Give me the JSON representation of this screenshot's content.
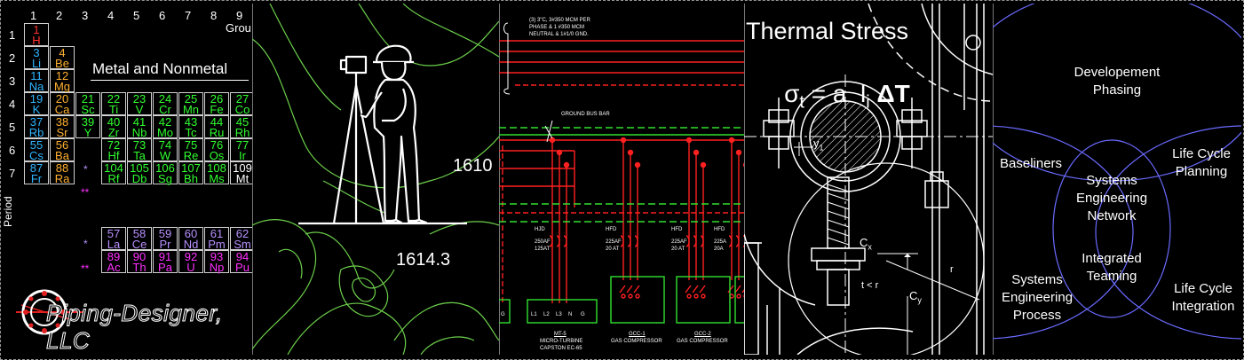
{
  "periodic": {
    "groups": [
      "1",
      "2",
      "3",
      "4",
      "5",
      "6",
      "7",
      "8",
      "9"
    ],
    "group_label": "Grou",
    "periods": [
      "1",
      "2",
      "3",
      "4",
      "5",
      "6",
      "7"
    ],
    "period_label": "Period",
    "title": "Metal and Nonmetal",
    "markers": [
      "*",
      "**",
      "*",
      "**"
    ],
    "cells": [
      {
        "n": "1",
        "s": "H",
        "c": "red",
        "col": 0,
        "row": 0
      },
      {
        "n": "3",
        "s": "Li",
        "c": "cyan",
        "col": 0,
        "row": 1
      },
      {
        "n": "4",
        "s": "Be",
        "c": "orange",
        "col": 1,
        "row": 1
      },
      {
        "n": "11",
        "s": "Na",
        "c": "cyan",
        "col": 0,
        "row": 2
      },
      {
        "n": "12",
        "s": "Mg",
        "c": "orange",
        "col": 1,
        "row": 2
      },
      {
        "n": "19",
        "s": "K",
        "c": "cyan",
        "col": 0,
        "row": 3
      },
      {
        "n": "20",
        "s": "Ca",
        "c": "orange",
        "col": 1,
        "row": 3
      },
      {
        "n": "21",
        "s": "Sc",
        "c": "green",
        "col": 2,
        "row": 3
      },
      {
        "n": "22",
        "s": "Ti",
        "c": "green",
        "col": 3,
        "row": 3
      },
      {
        "n": "23",
        "s": "V",
        "c": "green",
        "col": 4,
        "row": 3
      },
      {
        "n": "24",
        "s": "Cr",
        "c": "green",
        "col": 5,
        "row": 3
      },
      {
        "n": "25",
        "s": "Mn",
        "c": "green",
        "col": 6,
        "row": 3
      },
      {
        "n": "26",
        "s": "Fe",
        "c": "green",
        "col": 7,
        "row": 3
      },
      {
        "n": "27",
        "s": "Co",
        "c": "green",
        "col": 8,
        "row": 3
      },
      {
        "n": "37",
        "s": "Rb",
        "c": "cyan",
        "col": 0,
        "row": 4
      },
      {
        "n": "38",
        "s": "Sr",
        "c": "orange",
        "col": 1,
        "row": 4
      },
      {
        "n": "39",
        "s": "Y",
        "c": "green",
        "col": 2,
        "row": 4
      },
      {
        "n": "40",
        "s": "Zr",
        "c": "green",
        "col": 3,
        "row": 4
      },
      {
        "n": "41",
        "s": "Nb",
        "c": "green",
        "col": 4,
        "row": 4
      },
      {
        "n": "42",
        "s": "Mo",
        "c": "green",
        "col": 5,
        "row": 4
      },
      {
        "n": "43",
        "s": "Tc",
        "c": "green",
        "col": 6,
        "row": 4
      },
      {
        "n": "44",
        "s": "Ru",
        "c": "green",
        "col": 7,
        "row": 4
      },
      {
        "n": "45",
        "s": "Rh",
        "c": "green",
        "col": 8,
        "row": 4
      },
      {
        "n": "55",
        "s": "Cs",
        "c": "cyan",
        "col": 0,
        "row": 5
      },
      {
        "n": "56",
        "s": "Ba",
        "c": "orange",
        "col": 1,
        "row": 5
      },
      {
        "n": "72",
        "s": "Hf",
        "c": "green",
        "col": 3,
        "row": 5
      },
      {
        "n": "73",
        "s": "Ta",
        "c": "green",
        "col": 4,
        "row": 5
      },
      {
        "n": "74",
        "s": "W",
        "c": "green",
        "col": 5,
        "row": 5
      },
      {
        "n": "75",
        "s": "Re",
        "c": "green",
        "col": 6,
        "row": 5
      },
      {
        "n": "76",
        "s": "Os",
        "c": "green",
        "col": 7,
        "row": 5
      },
      {
        "n": "77",
        "s": "Ir",
        "c": "green",
        "col": 8,
        "row": 5
      },
      {
        "n": "87",
        "s": "Fr",
        "c": "cyan",
        "col": 0,
        "row": 6
      },
      {
        "n": "88",
        "s": "Ra",
        "c": "orange",
        "col": 1,
        "row": 6
      },
      {
        "n": "104",
        "s": "Rf",
        "c": "green",
        "col": 3,
        "row": 6
      },
      {
        "n": "105",
        "s": "Db",
        "c": "green",
        "col": 4,
        "row": 6
      },
      {
        "n": "106",
        "s": "Sg",
        "c": "green",
        "col": 5,
        "row": 6
      },
      {
        "n": "107",
        "s": "Bh",
        "c": "green",
        "col": 6,
        "row": 6
      },
      {
        "n": "108",
        "s": "Ms",
        "c": "green",
        "col": 7,
        "row": 6
      },
      {
        "n": "109",
        "s": "Mt",
        "c": "white",
        "col": 8,
        "row": 6
      },
      {
        "n": "57",
        "s": "La",
        "c": "purple",
        "col": 3,
        "row": 8
      },
      {
        "n": "58",
        "s": "Ce",
        "c": "purple",
        "col": 4,
        "row": 8
      },
      {
        "n": "59",
        "s": "Pr",
        "c": "purple",
        "col": 5,
        "row": 8
      },
      {
        "n": "60",
        "s": "Nd",
        "c": "purple",
        "col": 6,
        "row": 8
      },
      {
        "n": "61",
        "s": "Pm",
        "c": "purple",
        "col": 7,
        "row": 8
      },
      {
        "n": "62",
        "s": "Sm",
        "c": "purple",
        "col": 8,
        "row": 8
      },
      {
        "n": "89",
        "s": "Ac",
        "c": "magenta",
        "col": 3,
        "row": 9
      },
      {
        "n": "90",
        "s": "Th",
        "c": "magenta",
        "col": 4,
        "row": 9
      },
      {
        "n": "91",
        "s": "Pa",
        "c": "magenta",
        "col": 5,
        "row": 9
      },
      {
        "n": "92",
        "s": "U",
        "c": "magenta",
        "col": 6,
        "row": 9
      },
      {
        "n": "93",
        "s": "Np",
        "c": "magenta",
        "col": 7,
        "row": 9
      },
      {
        "n": "94",
        "s": "Pu",
        "c": "magenta",
        "col": 8,
        "row": 9
      }
    ]
  },
  "logo": {
    "text": "Piping-Designer, LLC"
  },
  "survey": {
    "elev1": "1610",
    "elev2": "1614.3"
  },
  "electrical": {
    "note1": "(3) 3\"C, 3#350 MCM PER",
    "note2": "PHASE & 1 #350 MCM",
    "note3": "NEUTRAL & 1#1/0 GND.",
    "bus_label": "GROUND BUS BAR",
    "breakers": [
      {
        "tag": "HJD",
        "rating": "250AF",
        "trip": "125AT"
      },
      {
        "tag": "HFD",
        "rating": "225AF",
        "trip": "20 AT"
      },
      {
        "tag": "HFD",
        "rating": "225AF",
        "trip": "20 AT"
      },
      {
        "tag": "HFD",
        "rating": "225A",
        "trip": "20A"
      }
    ],
    "terminals": [
      "L1",
      "L2",
      "L3",
      "N",
      "G"
    ],
    "left_terminal": "G",
    "equip1_tag": "MT-5",
    "equip1_name": "MICRO-TURBINE",
    "equip1_model": "CAPSTON EC-65",
    "equip2_tag": "GCC-1",
    "equip2_name": "GAS COMPRESSOR",
    "equip3_tag": "GCC-2",
    "equip3_name": "GAS COMPRESSOR"
  },
  "thermal": {
    "title": "Thermal Stress",
    "formula_sigma": "σ",
    "formula_sub_t": "t",
    "formula_mid": " = a  l",
    "formula_sub_i": "i",
    "formula_delta": " ΔT",
    "label_y": "y",
    "label_y_sub": "1",
    "label_cx": "C",
    "label_cx_sub": "x",
    "label_cy": "C",
    "label_cy_sub": "y",
    "label_tr": "t < r",
    "label_r": "r"
  },
  "venn": {
    "stroke_color": "#6a6aff",
    "top": [
      "Developement",
      "Phasing"
    ],
    "left": [
      "Baseliners"
    ],
    "right": [
      "Life Cycle",
      "Planning"
    ],
    "center": [
      "Systems",
      "Engineering",
      "Network"
    ],
    "bottom_left": [
      "Systems",
      "Engineering",
      "Process"
    ],
    "bottom_center": [
      "Integrated",
      "Teaming"
    ],
    "bottom_right": [
      "Life Cycle",
      "Integration"
    ]
  }
}
